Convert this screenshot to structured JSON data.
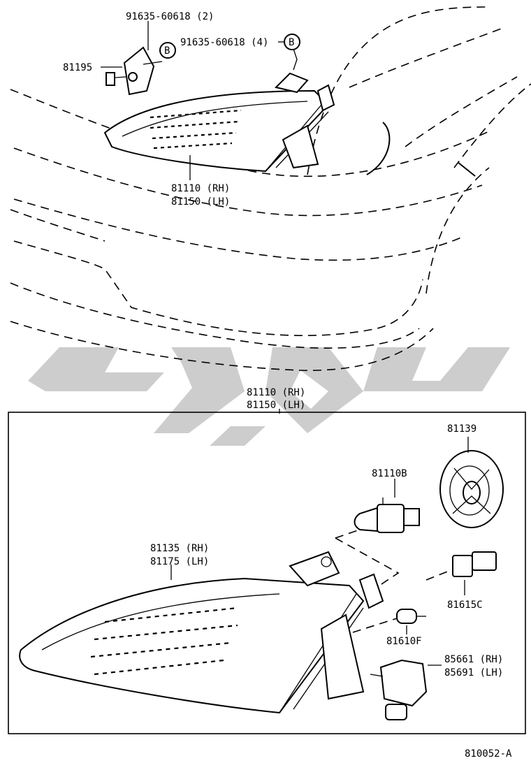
{
  "labels": {
    "bolt_b_2": "91635-60618 (2)",
    "bolt_b_4": "91635-60618 (4)",
    "ref_b": "B",
    "adjuster": "81195",
    "headlamp_top_rh": "81110 (RH)",
    "headlamp_top_lh": "81150 (LH)",
    "headlamp_box_rh": "81110 (RH)",
    "headlamp_box_lh": "81150 (LH)",
    "cover": "81139",
    "bulb": "81110B",
    "unit_rh": "81135 (RH)",
    "unit_lh": "81175 (LH)",
    "socket": "81615C",
    "wedge_bulb": "81610F",
    "leveling_rh": "85661 (RH)",
    "leveling_lh": "85691 (LH)",
    "diagram_code": "810052-A"
  },
  "watermark_color": "#c8c8c8"
}
